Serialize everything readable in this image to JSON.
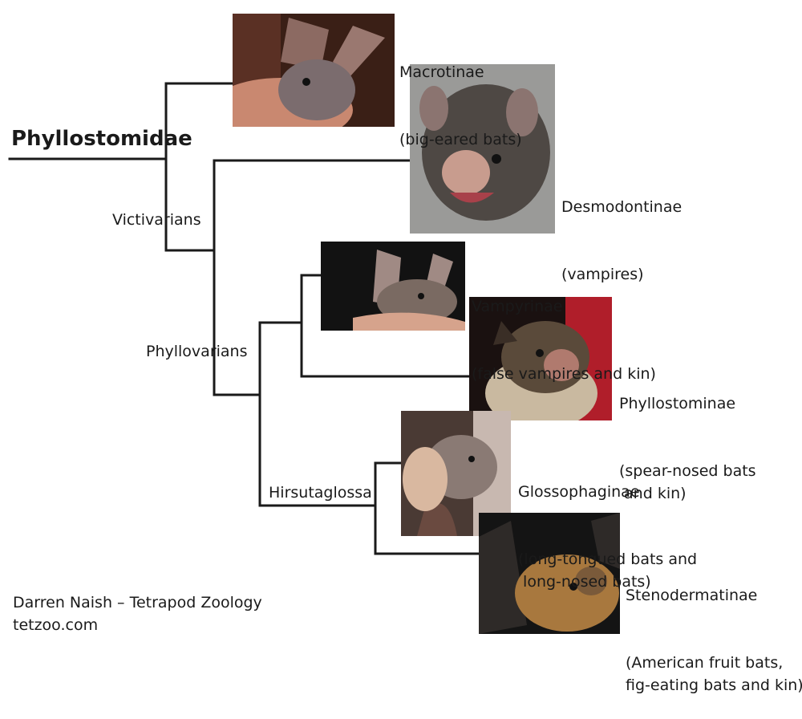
{
  "root_label": "Phyllostomidae",
  "nodes": {
    "victivarians": "Victivarians",
    "phyllovarians": "Phyllovarians",
    "hirsutaglossa": "Hirsutaglossa"
  },
  "taxa": [
    {
      "name": "Macrotinae",
      "common": "(big-eared bats)"
    },
    {
      "name": "Desmodontinae",
      "common": "(vampires)"
    },
    {
      "name": "Vampyrinae",
      "common": "(false vampires and kin)"
    },
    {
      "name": "Phyllostominae",
      "common": "(spear-nosed bats\n and kin)"
    },
    {
      "name": "Glossophaginae",
      "common": "(long-tongued bats and\n long-nosed bats)"
    },
    {
      "name": "Stenodermatinae",
      "common": "(American fruit bats,\nfig-eating bats and kin)"
    }
  ],
  "credit": {
    "author": "Darren Naish – Tetrapod Zoology",
    "site": "tetzoo.com"
  },
  "colors": {
    "tree_line": "#1a1a1a"
  }
}
